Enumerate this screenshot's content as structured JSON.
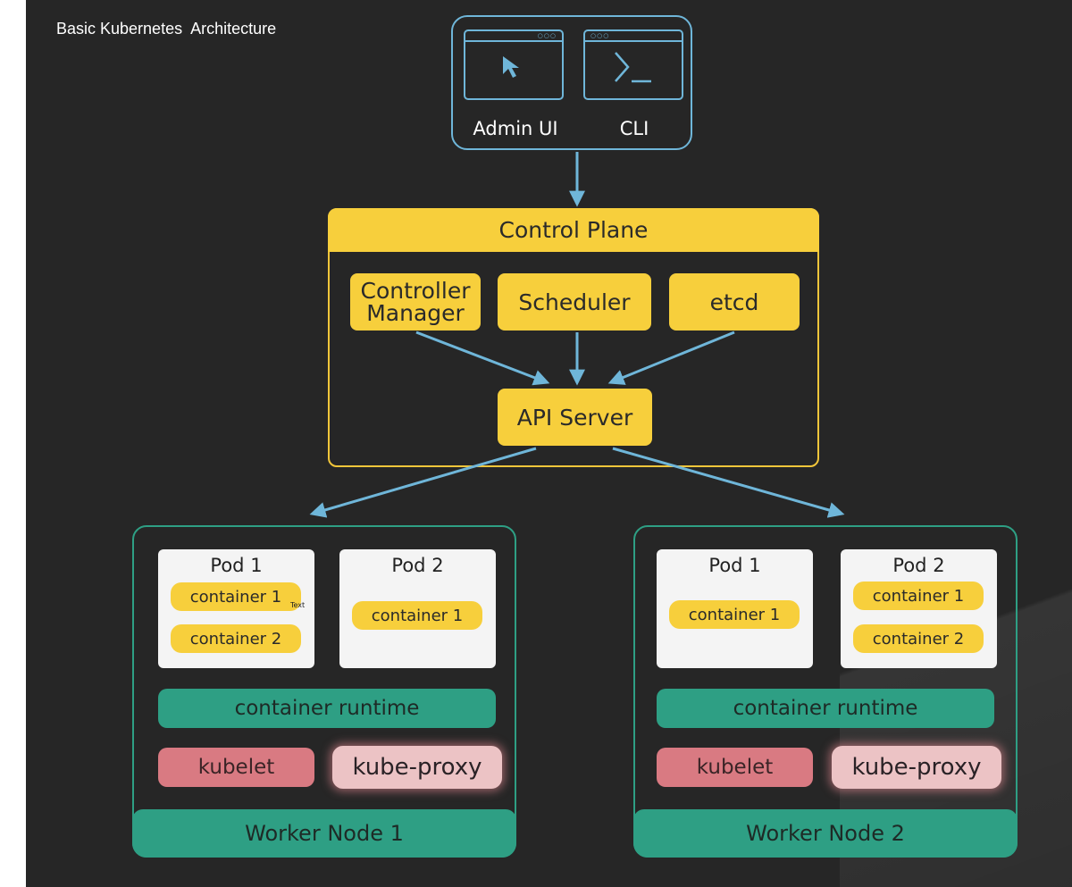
{
  "title": "Basic Kubernetes  Architecture",
  "clients": {
    "admin_ui": {
      "label": "Admin UI",
      "icon": "cursor-icon"
    },
    "cli": {
      "label": "CLI",
      "icon": "terminal-prompt-icon"
    }
  },
  "control_plane": {
    "title": "Control Plane",
    "controller_manager": "Controller Manager",
    "scheduler": "Scheduler",
    "etcd": "etcd",
    "api_server": "API Server"
  },
  "worker_nodes": [
    {
      "name": "Worker Node 1",
      "pods": [
        {
          "name": "Pod 1",
          "containers": [
            "container 1",
            "container 2"
          ]
        },
        {
          "name": "Pod 2",
          "containers": [
            "container 1"
          ]
        }
      ],
      "runtime": "container runtime",
      "kubelet": "kubelet",
      "proxy": "kube-proxy",
      "stray_label": "Text"
    },
    {
      "name": "Worker Node 2",
      "pods": [
        {
          "name": "Pod 1",
          "containers": [
            "container 1"
          ]
        },
        {
          "name": "Pod 2",
          "containers": [
            "container 1",
            "container 2"
          ]
        }
      ],
      "runtime": "container runtime",
      "kubelet": "kubelet",
      "proxy": "kube-proxy"
    }
  ],
  "colors": {
    "background": "#262626",
    "client_border": "#6fb6d9",
    "control_plane": "#f7cf3c",
    "worker_node": "#2e9f84",
    "kubelet": "#d97a82",
    "kube_proxy": "#ecc3c5",
    "pod": "#f4f4f4",
    "arrow": "#6fb6d9"
  }
}
